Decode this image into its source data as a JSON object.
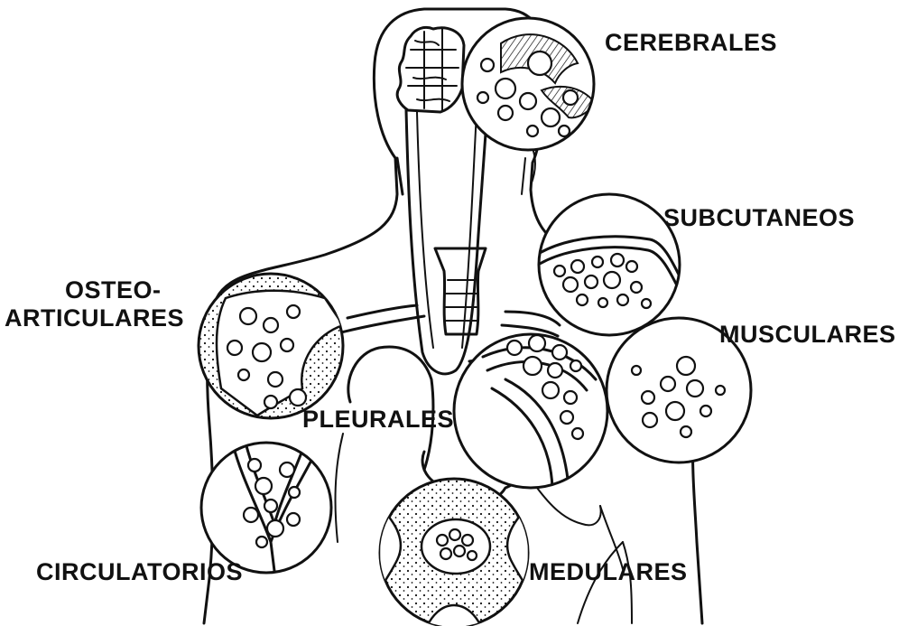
{
  "labels": {
    "cerebrales": "CEREBRALES",
    "subcutaneos": "SUBCUTANEOS",
    "osteo_1": "OSTEO-",
    "osteo_2": "ARTICULARES",
    "musculares": "MUSCULARES",
    "pleurales": "PLEURALES",
    "circulatorios": "CIRCULATORIOS",
    "medulares": "MEDULARES"
  }
}
